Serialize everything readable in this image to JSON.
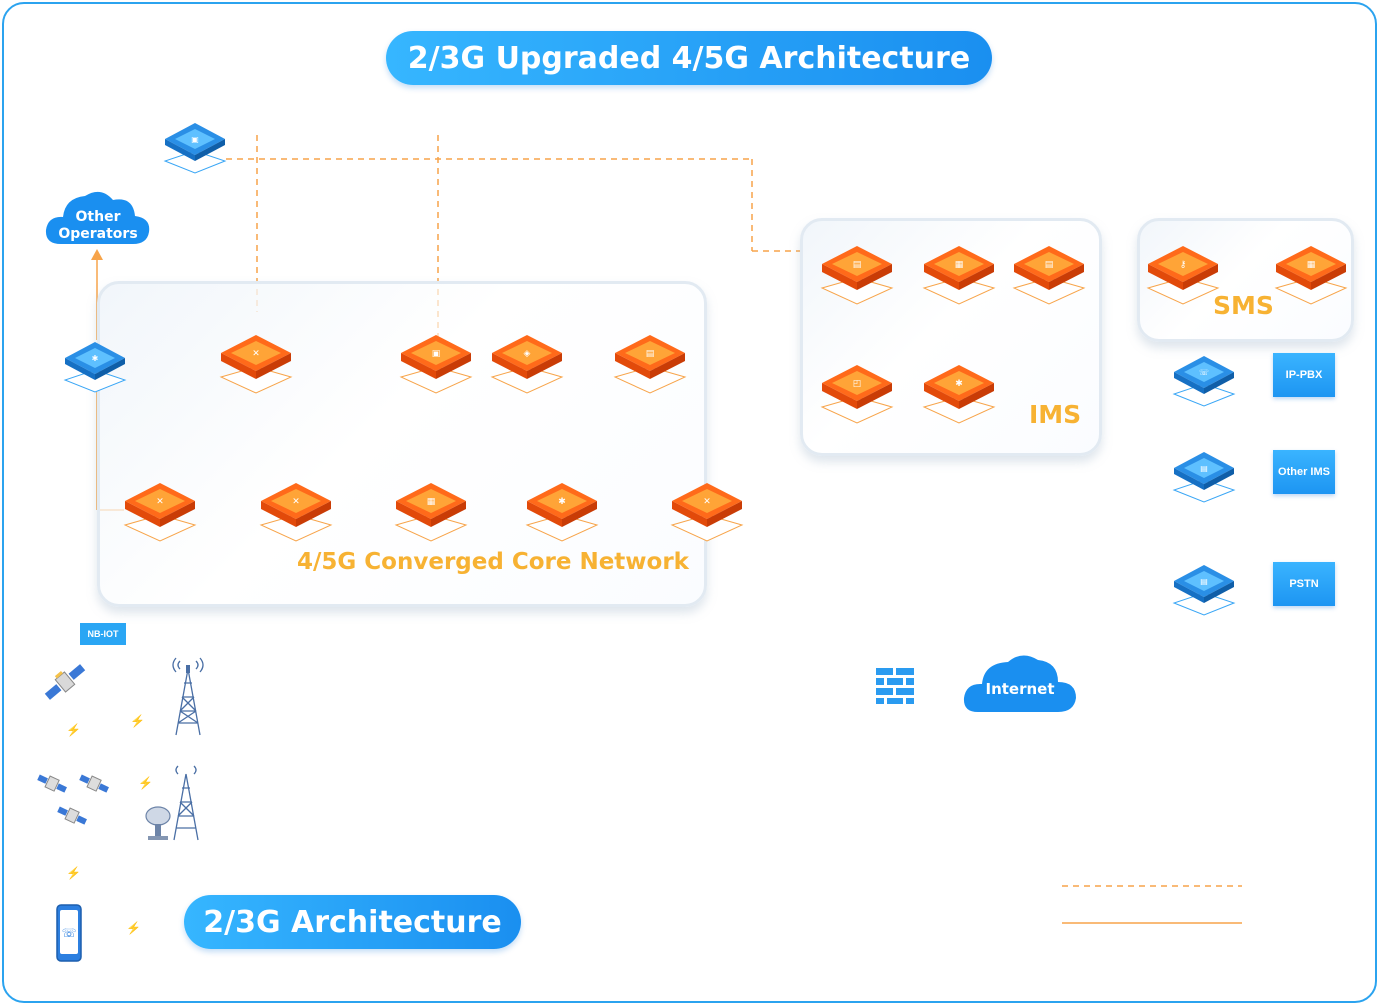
{
  "title_top": "2/3G Upgraded 4/5G Architecture",
  "title_bottom": "2/3G Architecture",
  "core_network_label": "4/5G Converged Core Network",
  "ims_label": "IMS",
  "sms_label": "SMS",
  "other_operators": [
    "Other",
    "Operators"
  ],
  "internet_label": "Internet",
  "nb_iot_label": "NB-IOT",
  "right_boxes": [
    "IP-PBX",
    "Other IMS",
    "PSTN"
  ],
  "colors": {
    "accent_blue": "#1e97f3",
    "accent_orange": "#f7a44a",
    "label_gold": "#f7b233"
  },
  "icons": {
    "core_nodes": [
      "server-node-icon",
      "security-node-icon",
      "shield-node-icon",
      "database-node-icon",
      "router-node-icon",
      "router-node-icon",
      "router-node-icon",
      "gateway-node-icon",
      "hub-node-icon",
      "router-node-icon"
    ],
    "ims_nodes": [
      "server-node-icon",
      "server-node-icon",
      "server-node-icon",
      "server-node-icon",
      "server-node-icon"
    ],
    "sms_nodes": [
      "key-node-icon",
      "server-node-icon"
    ]
  }
}
